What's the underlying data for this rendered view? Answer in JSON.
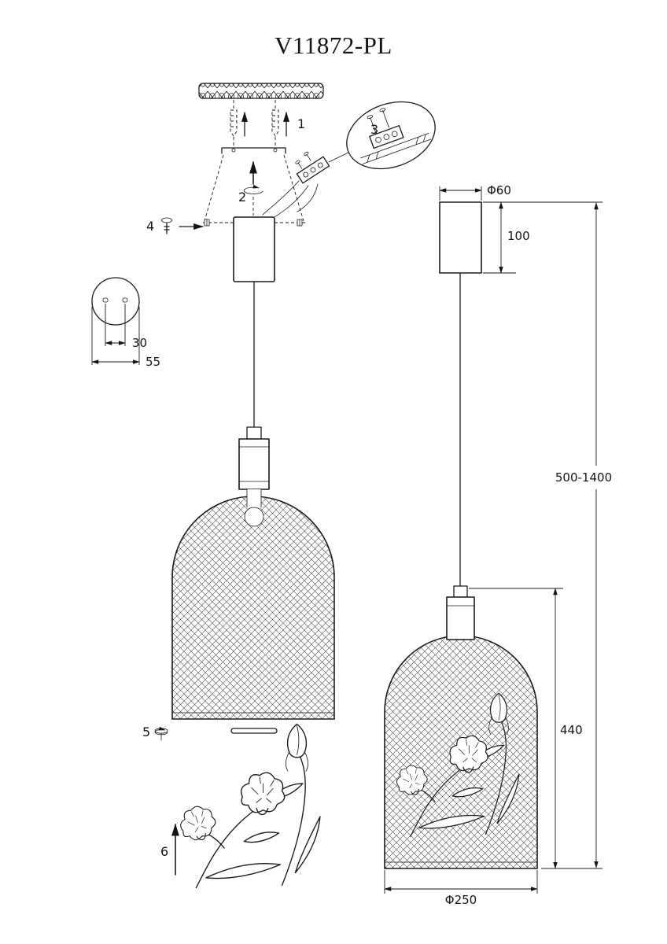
{
  "title": "V11872-PL",
  "steps": {
    "step1": "1",
    "step2": "2",
    "step3": "3",
    "step4": "4",
    "step5": "5",
    "step6": "6"
  },
  "dimensions": {
    "canopy_diameter": "Φ60",
    "canopy_height": "100",
    "suspension_height": "500-1400",
    "shade_height": "440",
    "shade_diameter": "Φ250"
  },
  "detail": {
    "hole_spacing": "30",
    "bracket_width": "55"
  },
  "colors": {
    "line": "#1a1a1a",
    "background": "#ffffff"
  }
}
